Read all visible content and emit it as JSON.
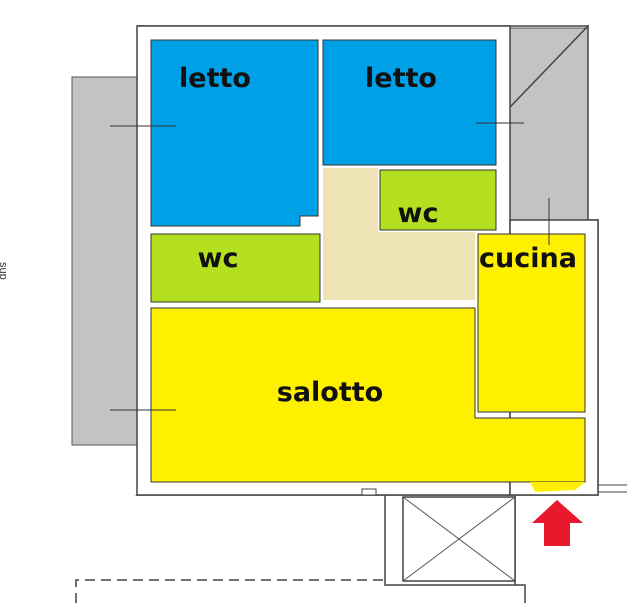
{
  "rooms": [
    {
      "id": "bedroom-1",
      "label": "letto",
      "color": "#00a0e6"
    },
    {
      "id": "bedroom-2",
      "label": "letto",
      "color": "#00a0e6"
    },
    {
      "id": "bathroom-1",
      "label": "wc",
      "color": "#b5e01f"
    },
    {
      "id": "bathroom-2",
      "label": "wc",
      "color": "#b5e01f"
    },
    {
      "id": "kitchen",
      "label": "cucina",
      "color": "#fff000"
    },
    {
      "id": "living-room",
      "label": "salotto",
      "color": "#fff000"
    },
    {
      "id": "hallway",
      "label": "",
      "color": "#ede3b5"
    }
  ],
  "balcony_color": "#c3c3c3",
  "entrance_arrow_color": "#e8192c",
  "side_text": "sup"
}
